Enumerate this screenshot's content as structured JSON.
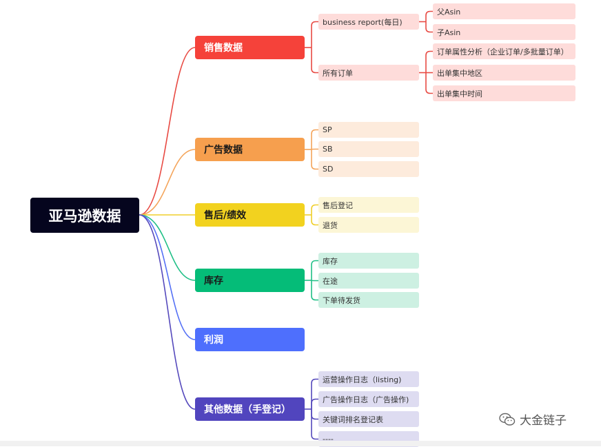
{
  "root": "亚马逊数据",
  "branches": [
    {
      "label": "销售数据",
      "color": "#f5423a",
      "text_color": "#ffffff",
      "line": "#e84a43",
      "children": [
        {
          "label": "business report(每日)",
          "bg": "#fedcda",
          "children": [
            "父Asin",
            "子Asin"
          ]
        },
        {
          "label": "所有订单",
          "bg": "#fedcda",
          "children": [
            "订单属性分析（企业订单/多批量订单）",
            "出单集中地区",
            "出单集中时间"
          ]
        }
      ]
    },
    {
      "label": "广告数据",
      "color": "#f69f4e",
      "text_color": "#1a1a1a",
      "line": "#f4a45a",
      "children": [
        {
          "label": "SP",
          "bg": "#fdebdc"
        },
        {
          "label": "SB",
          "bg": "#fdebdc"
        },
        {
          "label": "SD",
          "bg": "#fdebdc"
        }
      ]
    },
    {
      "label": "售后/绩效",
      "color": "#f2d21f",
      "text_color": "#1a1a1a",
      "line": "#efcf2a",
      "children": [
        {
          "label": "售后登记",
          "bg": "#fcf6d6"
        },
        {
          "label": "退货",
          "bg": "#fcf6d6"
        }
      ]
    },
    {
      "label": "库存",
      "color": "#05bc78",
      "text_color": "#1a1a1a",
      "line": "#1fbf86",
      "children": [
        {
          "label": "库存",
          "bg": "#cdf0e2"
        },
        {
          "label": "在途",
          "bg": "#cdf0e2"
        },
        {
          "label": "下单待发货",
          "bg": "#cdf0e2"
        }
      ]
    },
    {
      "label": "利润",
      "color": "#4e6ffd",
      "text_color": "#ffffff",
      "line": "#5470f5",
      "children": []
    },
    {
      "label": "其他数据（手登记）",
      "color": "#5145be",
      "text_color": "#ffffff",
      "line": "#5549bc",
      "children": [
        {
          "label": "运营操作日志（listing)",
          "bg": "#dedcf1"
        },
        {
          "label": "广告操作日志（广告操作)",
          "bg": "#dedcf1"
        },
        {
          "label": "关键词排名登记表",
          "bg": "#dedcf1"
        },
        {
          "label": "----",
          "bg": "#dedcf1"
        }
      ]
    }
  ],
  "watermark": "大金链子"
}
